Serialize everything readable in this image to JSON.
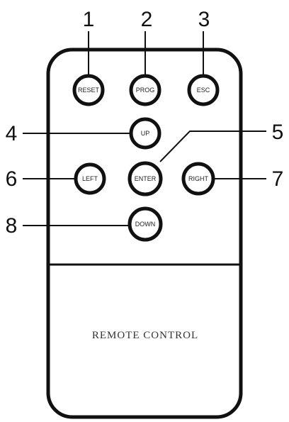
{
  "remote": {
    "body_label": "REMOTE CONTROL",
    "buttons": [
      {
        "id": "reset",
        "label": "RESET",
        "callout": "1"
      },
      {
        "id": "prog",
        "label": "PROG",
        "callout": "2"
      },
      {
        "id": "esc",
        "label": "ESC",
        "callout": "3"
      },
      {
        "id": "up",
        "label": "UP",
        "callout": "4"
      },
      {
        "id": "enter",
        "label": "ENTER",
        "callout": "5"
      },
      {
        "id": "left",
        "label": "LEFT",
        "callout": "6"
      },
      {
        "id": "right",
        "label": "RIGHT",
        "callout": "7"
      },
      {
        "id": "down",
        "label": "DOWN",
        "callout": "8"
      }
    ]
  }
}
